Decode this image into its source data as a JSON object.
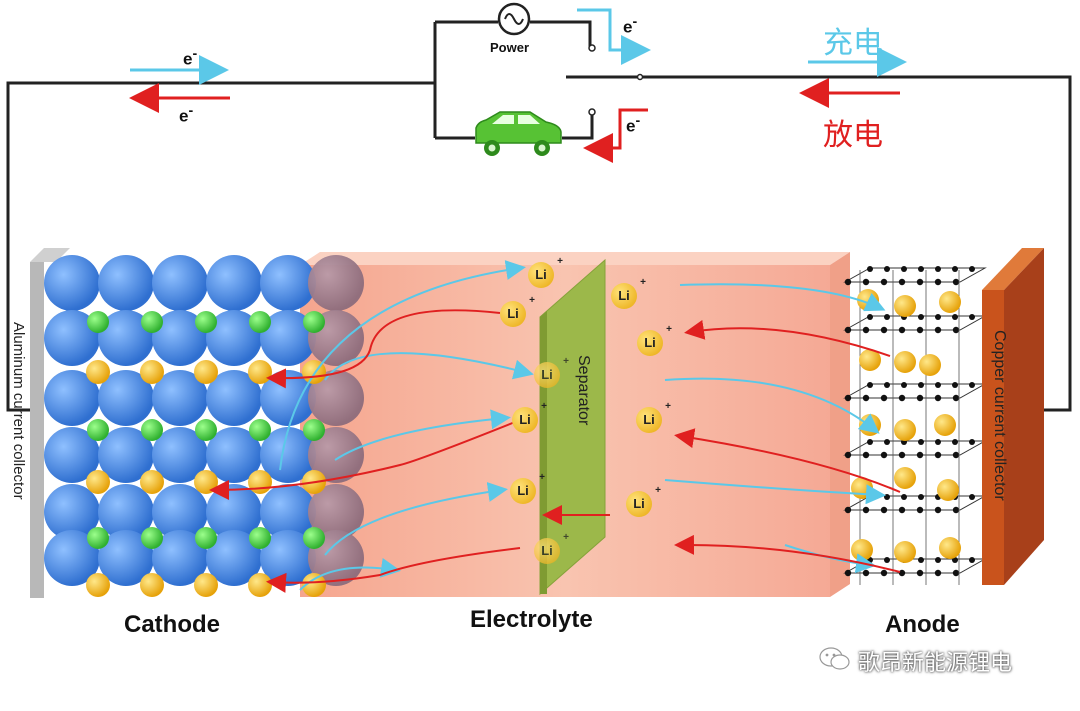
{
  "circuit": {
    "electron_label": "e",
    "electron_sup": "-",
    "power_label": "Power"
  },
  "legend": {
    "charge": "充电",
    "discharge": "放电",
    "charge_color": "#5bc8e8",
    "discharge_color": "#e02020"
  },
  "regions": {
    "cathode": "Cathode",
    "electrolyte": "Electrolyte",
    "anode": "Anode",
    "separator": "Separator",
    "aluminum_collector": "Aluminum current collector",
    "copper_collector": "Copper current collector"
  },
  "ions": {
    "label": "Li",
    "sup": "+"
  },
  "watermark": "歌昂新能源锂电",
  "colors": {
    "electrolyte": "#f7b7a0",
    "separator": "#9cb84a",
    "copper": "#c9531c",
    "cathode_atom": "#4f8de6",
    "green_atom": "#3fcf3f",
    "li_atom": "#f5b81c",
    "car": "#57c234"
  }
}
